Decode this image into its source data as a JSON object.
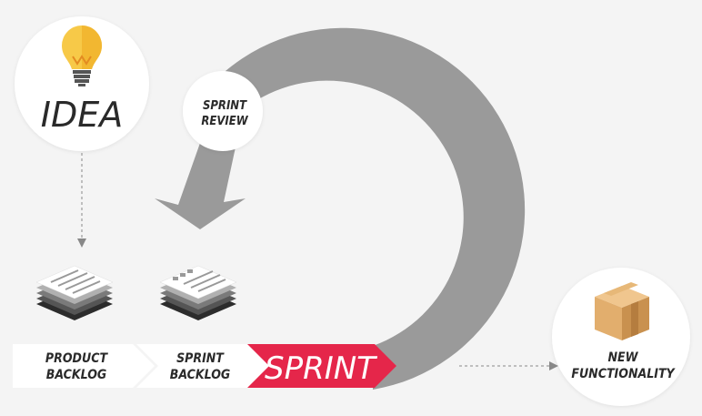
{
  "idea": {
    "label": "IDEA"
  },
  "sprint_review": {
    "line1": "SPRINT",
    "line2": "REVIEW"
  },
  "pipeline": {
    "product_backlog": {
      "line1": "PRODUCT",
      "line2": "BACKLOG"
    },
    "sprint_backlog": {
      "line1": "SPRINT",
      "line2": "BACKLOG"
    },
    "sprint": {
      "label": "SPRINT"
    }
  },
  "new_functionality": {
    "line1": "NEW",
    "line2": "FUNCTIONALITY"
  },
  "colors": {
    "background": "#f4f4f4",
    "cycle_arrow": "#9a9a9a",
    "sprint_accent": "#e5264a",
    "bulb": "#f7c948",
    "box": "#d8a86a"
  },
  "icons": {
    "idea": "lightbulb-icon",
    "product_backlog": "document-stack-icon",
    "sprint_backlog": "task-list-stack-icon",
    "new_functionality": "package-box-icon"
  }
}
